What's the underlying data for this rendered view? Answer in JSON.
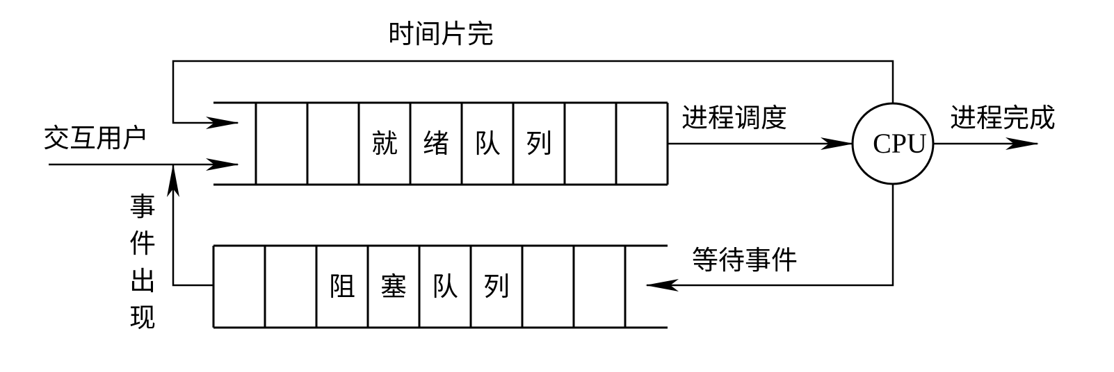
{
  "labels": {
    "time_slice": "时间片完",
    "interactive_user": "交互用户",
    "scheduling": "进程调度",
    "completion": "进程完成",
    "wait_event": "等待事件",
    "event_occurs": [
      "事",
      "件",
      "出",
      "现"
    ],
    "cpu": "CPU"
  },
  "ready_queue": {
    "cells": [
      "",
      "",
      "就",
      "绪",
      "队",
      "列",
      "",
      ""
    ]
  },
  "blocked_queue": {
    "cells": [
      "",
      "",
      "阻",
      "塞",
      "队",
      "列",
      "",
      ""
    ]
  },
  "colors": {
    "stroke": "#000000",
    "background": "#ffffff"
  }
}
